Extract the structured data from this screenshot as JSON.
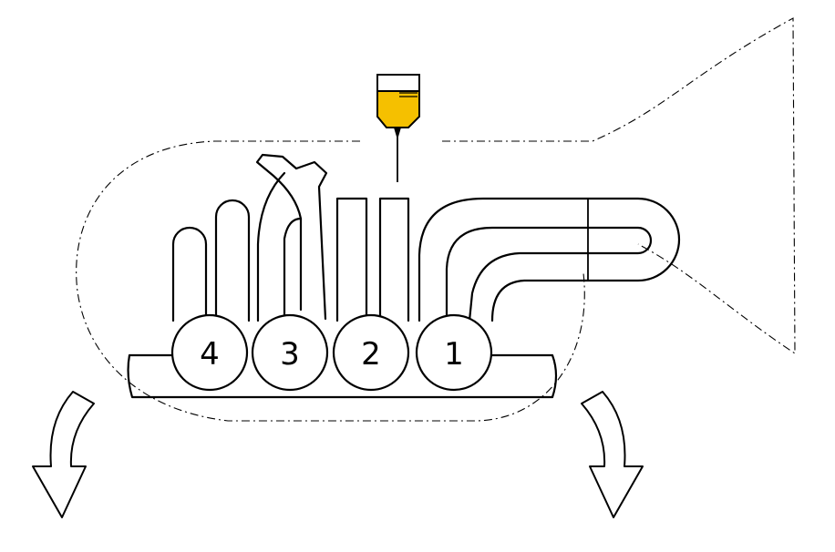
{
  "valves": [
    {
      "id": "valve-4",
      "label": "4"
    },
    {
      "id": "valve-3",
      "label": "3"
    },
    {
      "id": "valve-2",
      "label": "2"
    },
    {
      "id": "valve-1",
      "label": "1"
    }
  ],
  "colors": {
    "oil": "#f5c000",
    "line": "#000000",
    "background": "#ffffff"
  },
  "icons": {
    "left_arrow": "curved-down-arrow-icon",
    "right_arrow": "curved-down-arrow-icon",
    "oil_bottle": "oil-bottle-icon"
  }
}
